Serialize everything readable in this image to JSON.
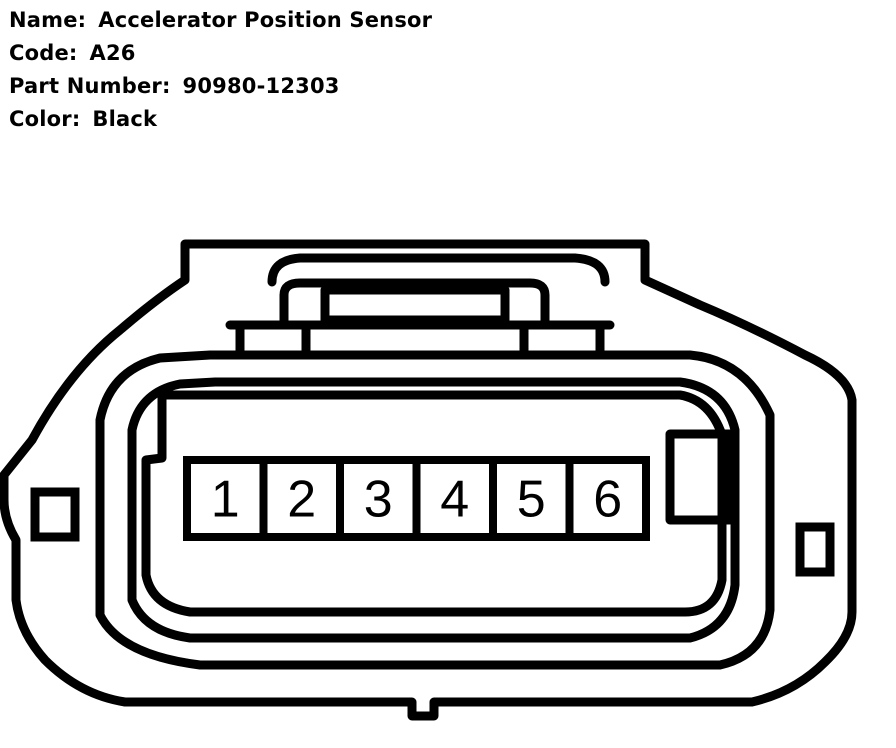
{
  "connector": {
    "name_label": "Name:",
    "name_value": "Accelerator Position Sensor",
    "code_label": "Code:",
    "code_value": "A26",
    "part_label": "Part Number:",
    "part_value": "90980-12303",
    "color_label": "Color:",
    "color_value": "Black"
  },
  "pins": [
    "1",
    "2",
    "3",
    "4",
    "5",
    "6"
  ],
  "colors": {
    "stroke": "#000000",
    "background": "#ffffff"
  }
}
